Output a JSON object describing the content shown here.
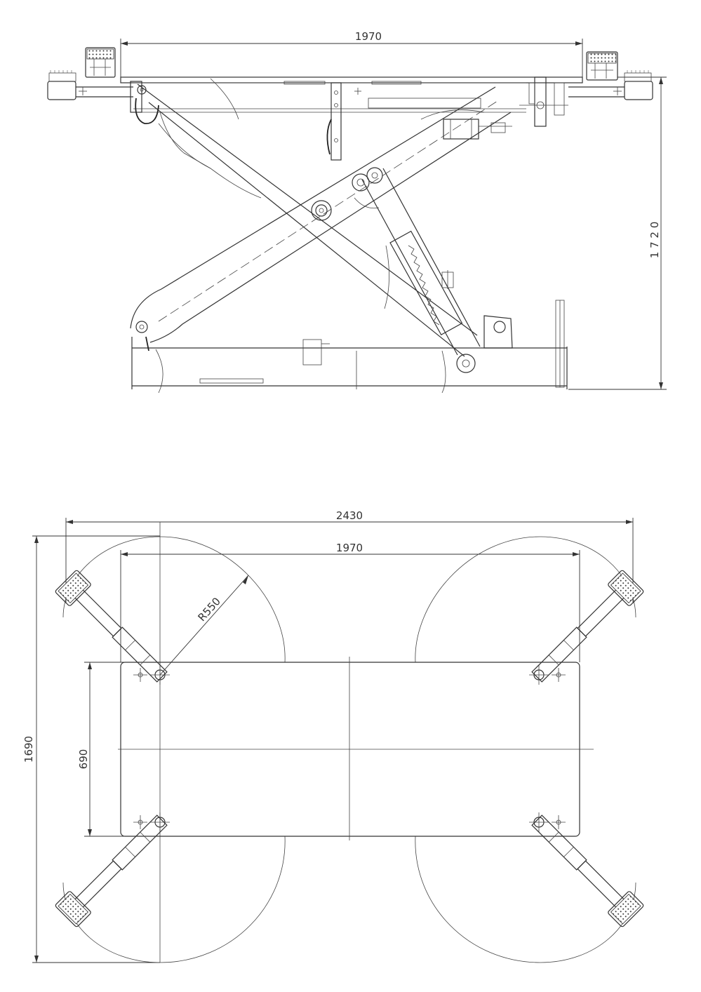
{
  "side_view": {
    "width_dim": "1970",
    "height_dim": "1 7 2 0"
  },
  "top_view": {
    "overall_width_dim": "2430",
    "platform_width_dim": "1970",
    "radius_dim": "R550",
    "overall_depth_dim": "1690",
    "pad_spacing_dim": "690"
  }
}
